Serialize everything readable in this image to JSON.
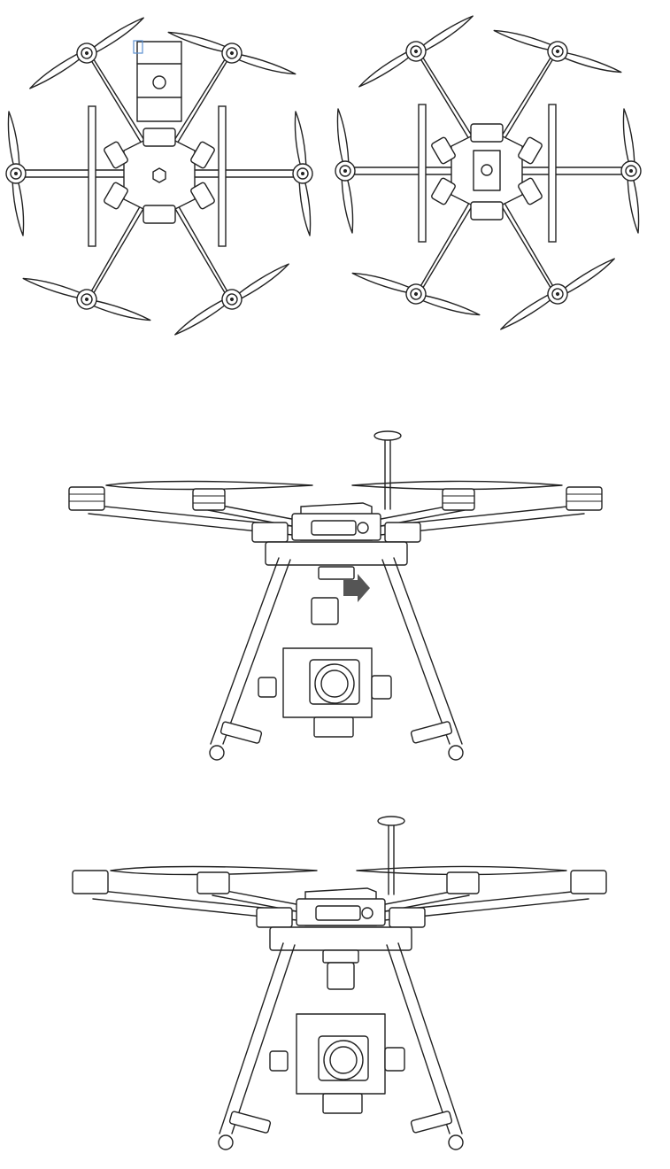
{
  "figure": {
    "panels": [
      {
        "id": "top-view-mount-attached",
        "view": "top"
      },
      {
        "id": "top-view-mount-removed",
        "view": "top"
      },
      {
        "id": "front-view-gimbal-sliding",
        "view": "front"
      },
      {
        "id": "front-view-gimbal-installed",
        "view": "front"
      }
    ],
    "arrow_color": "#555555",
    "accent_color": "#5b8fd0",
    "line_color": "#222222"
  }
}
